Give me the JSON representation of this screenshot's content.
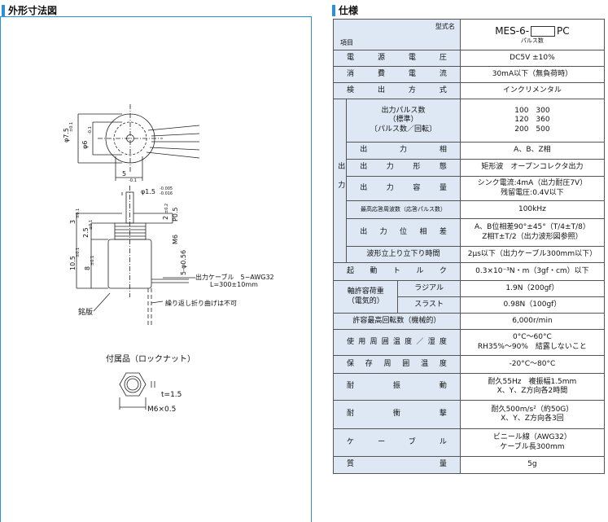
{
  "left": {
    "title": "外形寸法図",
    "dims": {
      "d75": "φ7.5",
      "d75_tol": "±0.1",
      "d6": "φ6",
      "d6_tol": "-0.1",
      "five": "5",
      "five_tol": "-0.1",
      "d15": "φ1.5",
      "d15_tol_a": "-0.005",
      "d15_tol_b": "-0.016",
      "d056": "5-φ0.56",
      "m6": "M6",
      "p05": "P0.5",
      "three": "3",
      "three_tol": "±0.1",
      "two_half": "2.5",
      "two_half_tol": "±0.1",
      "two": "2",
      "two_tol": "±0.2",
      "ten_half": "10.5",
      "ten_half_tol": "±0.1",
      "eight": "8",
      "eight_tol": "±0.1"
    },
    "notes": {
      "cable": "出力ケーブル　5−AWG32",
      "cable_len": "L=300±10mm",
      "nameplate": "銘版",
      "no_bend": "繰り返し折り曲げは不可"
    },
    "accessory": {
      "title": "付属品（ロックナット）",
      "t": "t=1.5",
      "m6x05": "M6×0.5"
    }
  },
  "right": {
    "title": "仕様",
    "header": {
      "model_label": "型式名",
      "item_label": "項目",
      "model_prefix": "MES-6-",
      "model_suffix": "PC",
      "pulse_note": "パルス数"
    },
    "rows": {
      "power": {
        "label": "電源電圧",
        "value": "DC5V ±10%"
      },
      "current": {
        "label": "消費電流",
        "value": "30mA以下（無負荷時）"
      },
      "detect": {
        "label": "検出方式",
        "value": "インクリメンタル"
      },
      "output_group": "出力",
      "pulses": {
        "label_1": "出力パルス数",
        "label_2": "（標準）",
        "label_3": "〔パルス数／回転〕",
        "values": [
          "100　300",
          "120　360",
          "200　500"
        ]
      },
      "phase": {
        "label": "出力相",
        "value": "A、B、Z相"
      },
      "form": {
        "label": "出力形態",
        "value": "矩形波　オープンコレクタ出力"
      },
      "capacity": {
        "label": "出力容量",
        "value_1": "シンク電流:4mA（出力耐圧7V）",
        "value_2": "残留電圧:0.4V以下"
      },
      "max_freq": {
        "label": "最高応答周波数（応答パルス数）",
        "value": "100kHz"
      },
      "phase_diff": {
        "label": "出力位相差",
        "value_1": "A、B位相差90°±45°（T/4±T/8）",
        "value_2": "Z相T±T/2（出力波形図参照）"
      },
      "rise_fall": {
        "label": "波形立上り立下り時間",
        "value": "2μs以下（出力ケーブル300mm以下）"
      },
      "torque": {
        "label": "起動トルク",
        "value": "0.3×10⁻³N・m（3gf・cm）以下"
      },
      "shaft_load": {
        "label_1": "軸許容荷重",
        "label_2": "（電気的）",
        "radial": "ラジアル",
        "radial_value": "1.9N（200gf）",
        "thrust": "スラスト",
        "thrust_value": "0.98N（100gf）"
      },
      "max_rpm": {
        "label": "許容最高回転数（機械的）",
        "value": "6,000r/min"
      },
      "env": {
        "label": "使用周囲温度／湿度",
        "value_1": "0°C〜60°C",
        "value_2": "RH35%〜90%　結露しないこと"
      },
      "storage": {
        "label": "保存周囲温度",
        "value": "-20°C〜80°C"
      },
      "vibration": {
        "label": "耐振動",
        "value_1": "耐久55Hz　複振幅1.5mm",
        "value_2": "X、Y、Z方向各2時間"
      },
      "shock": {
        "label": "耐衝撃",
        "value_1": "耐久500m/s²（約50G）",
        "value_2": "X、Y、Z方向各3回"
      },
      "cable": {
        "label": "ケーブル",
        "value_1": "ビニール線（AWG32）",
        "value_2": "ケーブル長300mm"
      },
      "mass": {
        "label": "質量",
        "value": "5g"
      }
    }
  }
}
